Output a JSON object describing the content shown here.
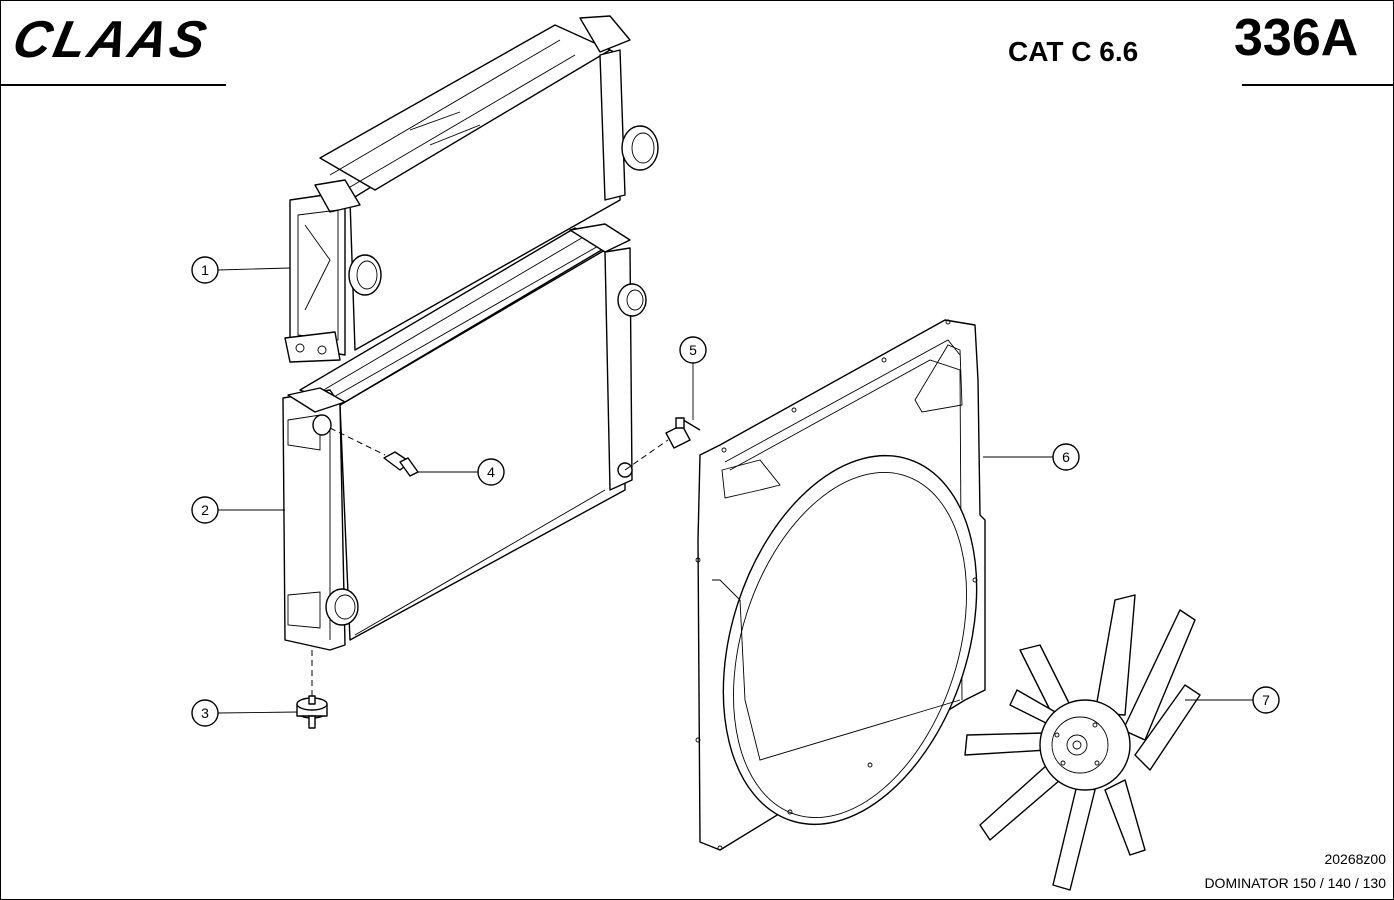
{
  "header": {
    "brand": "CLAAS",
    "engine": "CAT C 6.6",
    "page": "336A"
  },
  "footer": {
    "drawing_number": "20268z00",
    "model": "DOMINATOR 150 / 140 / 130"
  },
  "callouts": [
    "1",
    "2",
    "3",
    "4",
    "5",
    "6",
    "7"
  ]
}
